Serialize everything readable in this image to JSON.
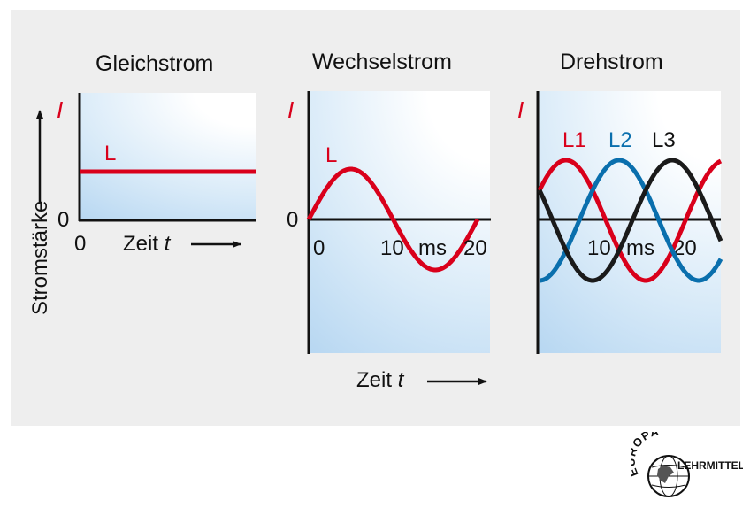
{
  "panels": {
    "gleichstrom": {
      "title": "Gleichstrom",
      "y_axis_symbol": "I",
      "zero_label": "0",
      "x_zero": "0",
      "line_label": "L",
      "x_axis_text": "Zeit",
      "x_axis_symbol": "t"
    },
    "wechselstrom": {
      "title": "Wechselstrom",
      "y_axis_symbol": "I",
      "zero_label": "0",
      "x_zero": "0",
      "tick_10": "10",
      "unit": "ms",
      "tick_20": "20",
      "line_label": "L",
      "x_axis_text": "Zeit",
      "x_axis_symbol": "t"
    },
    "drehstrom": {
      "title": "Drehstrom",
      "y_axis_symbol": "I",
      "tick_10": "10",
      "unit": "ms",
      "tick_20": "20",
      "labels": {
        "l1": "L1",
        "l2": "L2",
        "l3": "L3"
      }
    }
  },
  "y_axis_label": "Stromstärke",
  "logo": {
    "top_text": "EUROPA",
    "bottom_text": "LEHRMITTEL"
  },
  "colors": {
    "l1": "#d9001b",
    "l2": "#0a6fad",
    "l3": "#1a1a1a",
    "panel_bg": "#eeeeee",
    "plot_blue": "#9cc8ec"
  },
  "waves": {
    "period_ms": 20,
    "dc_level": 0.55,
    "single_phase_amplitude": 1,
    "three_phase_offsets_deg": [
      0,
      120,
      240
    ]
  }
}
